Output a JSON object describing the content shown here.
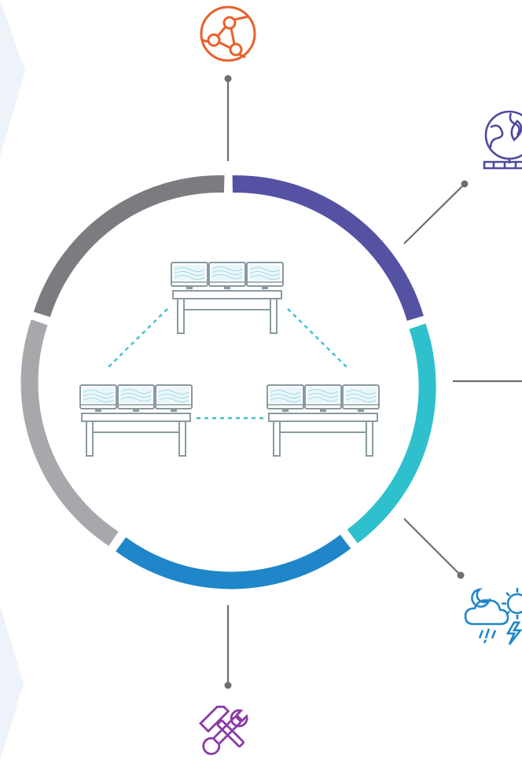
{
  "colors": {
    "ring_purple": "#5551a3",
    "ring_cyan": "#2fc0cd",
    "ring_blue": "#1f86c9",
    "ring_light_gray": "#a6a8ab",
    "ring_dark_gray": "#7b7c7f",
    "connector": "#6d6e71",
    "network_icon": "#e8602c",
    "globe_icon": "#4e4aa0",
    "weather_icon": "#1f86c9",
    "tools_icon": "#8b3aa6",
    "workstation": "#8a9aa0",
    "screen_map": "#8fd3df",
    "dashed_link": "#3ec0cc",
    "background_chevron": "#eef3fa"
  },
  "diagram": {
    "ring_segments": [
      "purple",
      "cyan",
      "blue",
      "light_gray",
      "dark_gray"
    ],
    "connectors": [
      "top",
      "upper-right",
      "right",
      "lower-right",
      "bottom"
    ],
    "icons": [
      "network-icon",
      "globe-plant-icon",
      "weather-storm-icon",
      "tools-icon"
    ],
    "center": {
      "workstations": [
        "workstation-top",
        "workstation-left",
        "workstation-right"
      ],
      "monitors_per_workstation": 3,
      "links": [
        "top-to-left",
        "top-to-right",
        "left-to-right"
      ]
    }
  }
}
